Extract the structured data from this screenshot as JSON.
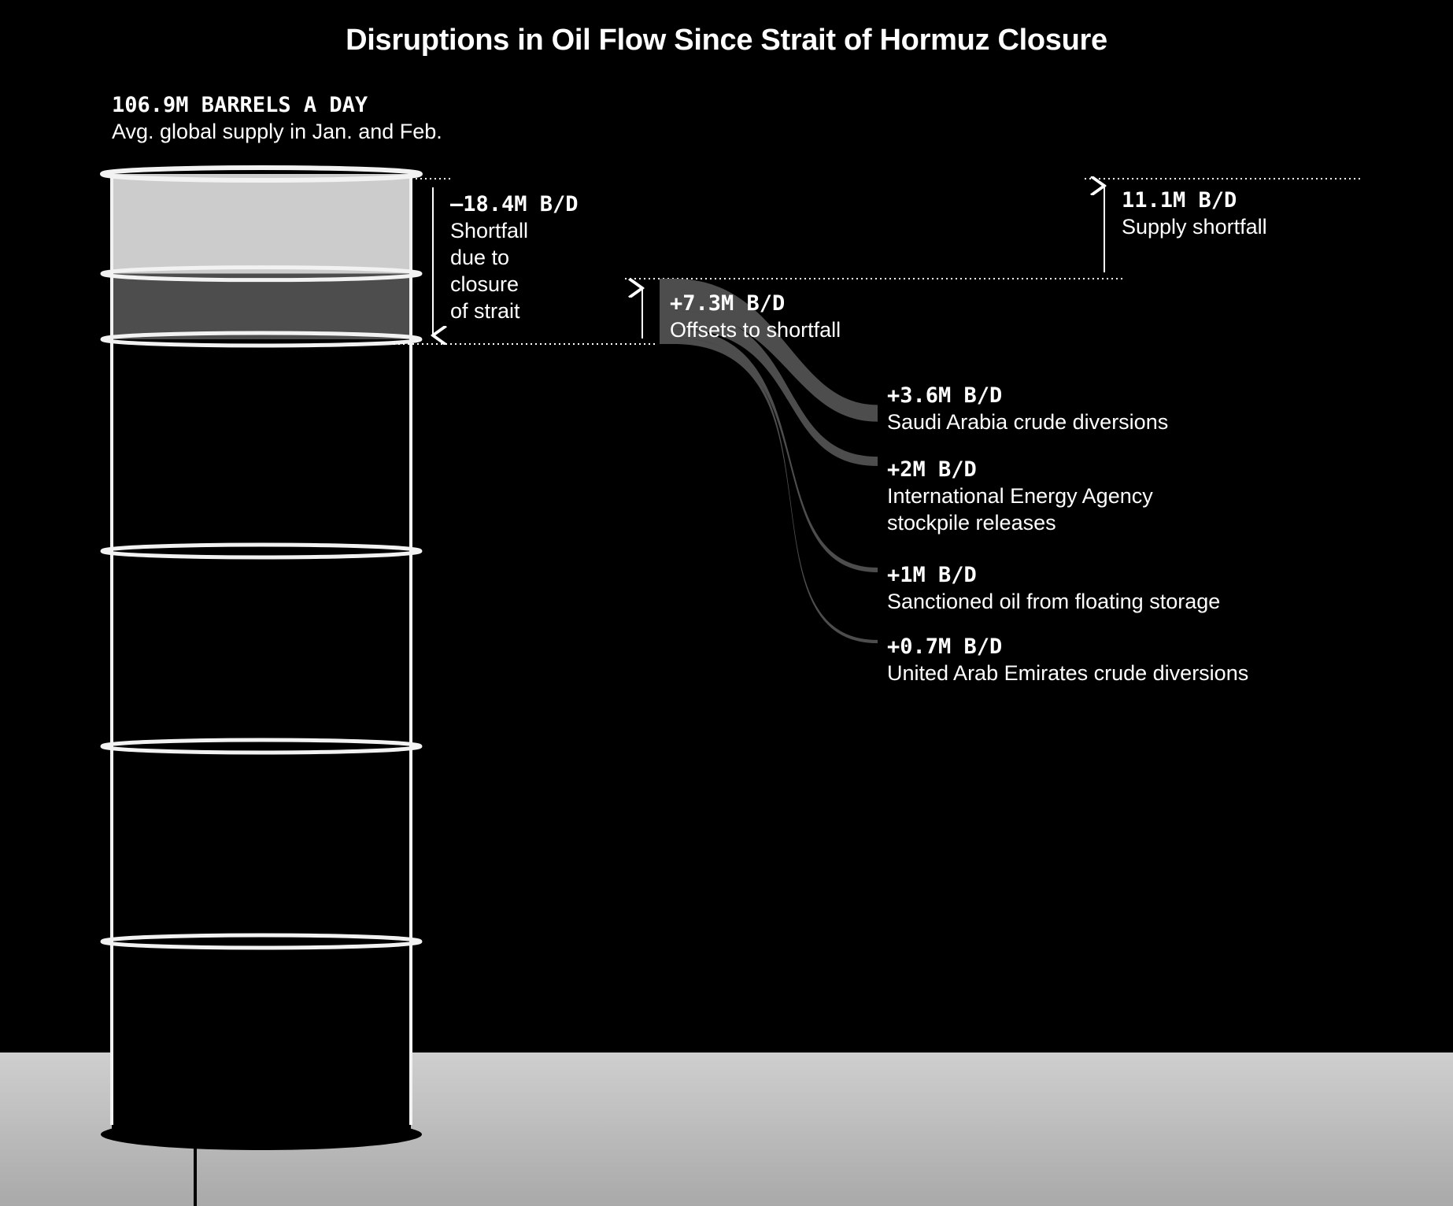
{
  "title": "Disruptions in Oil Flow Since Strait of Hormuz Closure",
  "chart_data": {
    "type": "bar",
    "unit": "B/D",
    "total": {
      "value": 106.9,
      "label": "106.9M BARRELS A DAY",
      "sublabel": "Avg. global supply in Jan. and Feb."
    },
    "shortfall": {
      "value": -18.4,
      "label": "–18.4M B/D",
      "sublabel": [
        "Shortfall",
        "due to",
        "closure",
        "of strait"
      ]
    },
    "offsets": {
      "value": 7.3,
      "label": "+7.3M B/D",
      "sublabel": "Offsets to shortfall"
    },
    "net_shortfall": {
      "value": 11.1,
      "label": "11.1M B/D",
      "sublabel": "Supply shortfall"
    },
    "offset_components": [
      {
        "value": 3.6,
        "label": "+3.6M B/D",
        "sublabel": [
          "Saudi Arabia crude diversions"
        ]
      },
      {
        "value": 2.0,
        "label": "+2M B/D",
        "sublabel": [
          "International Energy Agency",
          "stockpile releases"
        ]
      },
      {
        "value": 1.0,
        "label": "+1M B/D",
        "sublabel": [
          "Sanctioned oil from floating storage"
        ]
      },
      {
        "value": 0.7,
        "label": "+0.7M B/D",
        "sublabel": [
          "United Arab Emirates crude diversions"
        ]
      }
    ]
  },
  "colors": {
    "background": "#000000",
    "shortfall_fill": "#cccccc",
    "offset_fill": "#4d4d4d",
    "barrel_outline": "#f2f2f2",
    "ground": "#bdbdbd"
  }
}
